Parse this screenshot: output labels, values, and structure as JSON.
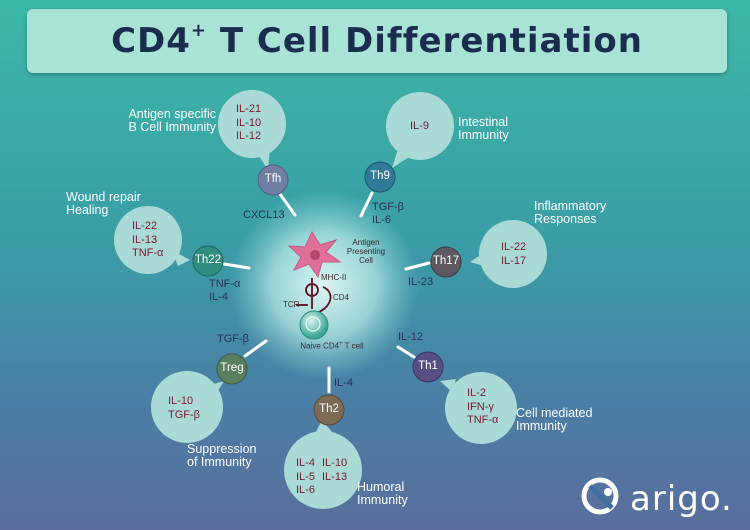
{
  "title": {
    "main": "CD4",
    "sup": "+",
    "rest": " T Cell Differentiation"
  },
  "center": {
    "apc": [
      "Antigen",
      "Presenting",
      "Cell"
    ],
    "mhc": "MHC-II",
    "cd4": "CD4",
    "tcr": "TCR",
    "naive_main": "Naive CD4",
    "naive_sup": "+",
    "naive_rest": " T cell"
  },
  "cells": {
    "tfh": {
      "name": "Tfh",
      "color": "#6f7fa3",
      "signal": [
        "CXCL13"
      ],
      "bubble": [
        "IL-21",
        "IL-10",
        "IL-12"
      ],
      "role": [
        "Antigen specific",
        "B Cell Immunity"
      ]
    },
    "th9": {
      "name": "Th9",
      "color": "#2f7a98",
      "signal": [
        "TGF-β",
        "IL-6"
      ],
      "bubble": [
        "IL-9"
      ],
      "role": [
        "Intestinal",
        "Immunity"
      ]
    },
    "th17": {
      "name": "Th17",
      "color": "#5d5862",
      "signal": [
        "IL-23"
      ],
      "bubble": [
        "IL-22",
        "IL-17"
      ],
      "role": [
        "Inflammatory",
        "Responses"
      ]
    },
    "th22": {
      "name": "Th22",
      "color": "#2f8f7f",
      "signal": [
        "TNF-α",
        "IL-4"
      ],
      "bubble": [
        "IL-22",
        "IL-13",
        "TNF-α"
      ],
      "role": [
        "Wound repair",
        "Healing"
      ]
    },
    "treg": {
      "name": "Treg",
      "color": "#5a7f5c",
      "signal": [
        "TGF-β"
      ],
      "bubble": [
        "IL-10",
        "TGF-β"
      ],
      "role": [
        "Suppression",
        "of Immunity"
      ]
    },
    "th2": {
      "name": "Th2",
      "color": "#7d6a55",
      "signal": [
        "IL-4"
      ],
      "bubble_col1": [
        "IL-4",
        "IL-5",
        "IL-6"
      ],
      "bubble_col2": [
        "IL-10",
        "IL-13"
      ],
      "role": [
        "Humoral",
        "Immunity"
      ]
    },
    "th1": {
      "name": "Th1",
      "color": "#554f84",
      "signal": [
        "IL-12"
      ],
      "bubble": [
        "IL-2",
        "IFN-γ",
        "TNF-α"
      ],
      "role": [
        "Cell mediated",
        "Immunity"
      ]
    }
  },
  "logo": {
    "text": "arigo."
  },
  "colors": {
    "bubble": "#a9dad6",
    "title_bg": "#a8e3d6",
    "title_text": "#1b2d4f",
    "bubble_text": "#7a1830",
    "apc": "#e0709a"
  }
}
